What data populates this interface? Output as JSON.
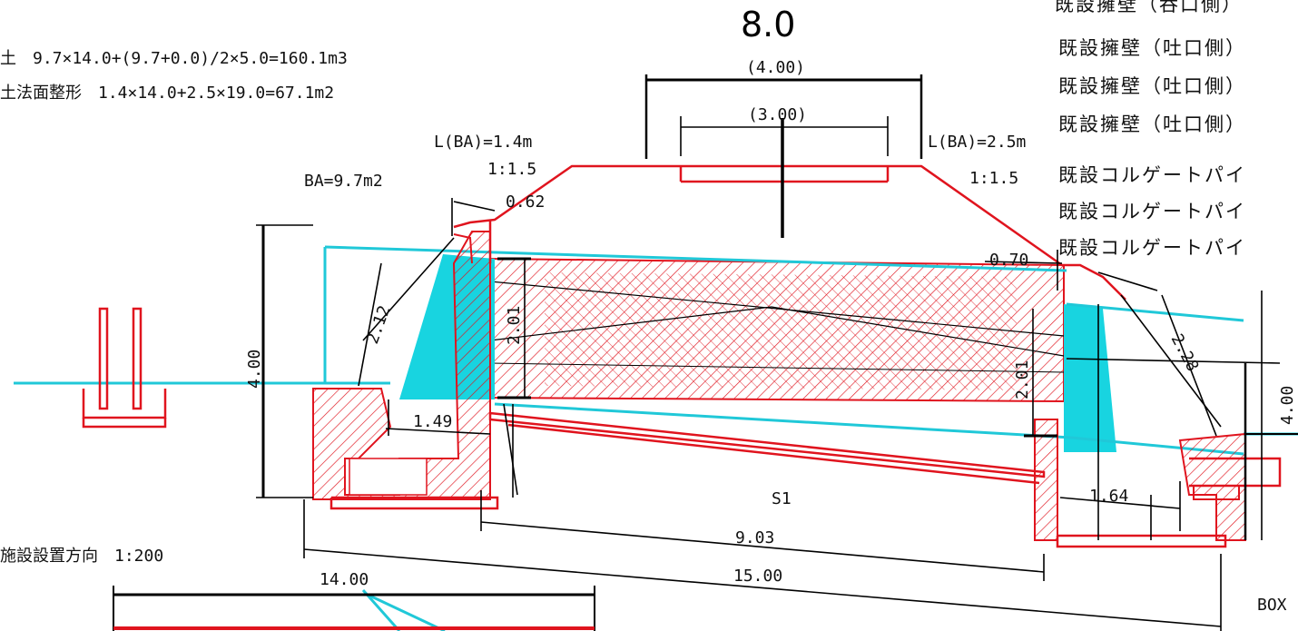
{
  "notes": {
    "fill_volume": "土　9.7×14.0+(9.7+0.0)/2×5.0=160.1m3",
    "slope_shaping": "土法面整形　1.4×14.0+2.5×19.0=67.1m2",
    "ba_area": "BA=9.7m2",
    "l_ba_left": "L(BA)=1.4m",
    "l_ba_right": "L(BA)=2.5m",
    "slope_left": "1:1.5",
    "slope_right": "1:1.5",
    "direction": "施設設置方向　1:200"
  },
  "dimensions": {
    "top_width": "8.0",
    "carriageway": "(4.00)",
    "lane": "(3.00)",
    "d_062": "0.62",
    "d_070": "0.70",
    "d_212": "2.12",
    "d_201_left": "2.01",
    "d_201_right": "2.01",
    "d_400_left": "4.00",
    "d_400_right": "4.00",
    "d_228": "2.28",
    "d_149": "1.49",
    "d_164": "1.64",
    "d_903": "9.03",
    "d_1500": "15.00",
    "d_1400": "14.00",
    "section": "S1",
    "box": "BOX"
  },
  "legend": {
    "items": [
      "既設擁壁（呑口側）",
      "既設擁壁（吐口側）",
      "既設擁壁（吐口側）",
      "既設擁壁（吐口側）",
      "既設コルゲートパイ",
      "既設コルゲートパイ",
      "既設コルゲートパイ"
    ]
  },
  "colors": {
    "embankment": "#e0141e",
    "water": "#20c8d8",
    "water_fill": "#18d4e0",
    "dimension": "#000000"
  }
}
